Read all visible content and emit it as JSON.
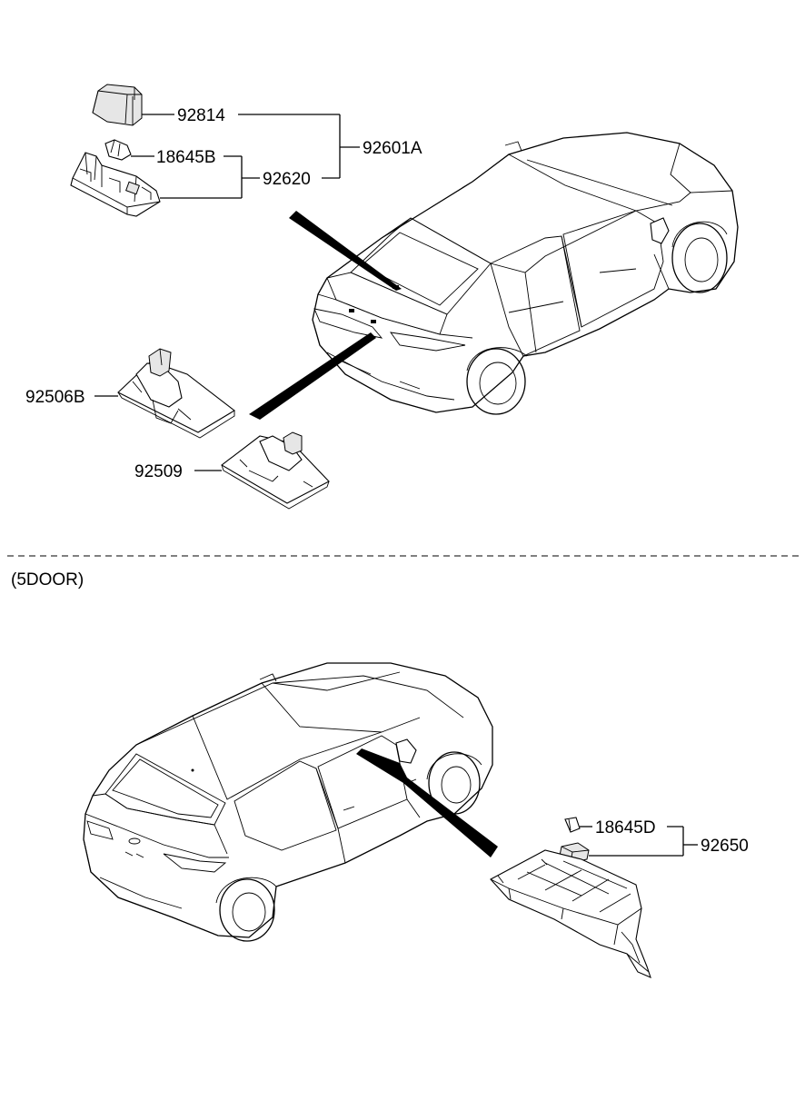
{
  "labels": {
    "p92814": "92814",
    "p18645B": "18645B",
    "p92601A": "92601A",
    "p92620": "92620",
    "p92506B": "92506B",
    "p92509": "92509",
    "section_5door": "(5DOOR)",
    "p18645D": "18645D",
    "p92650": "92650"
  }
}
